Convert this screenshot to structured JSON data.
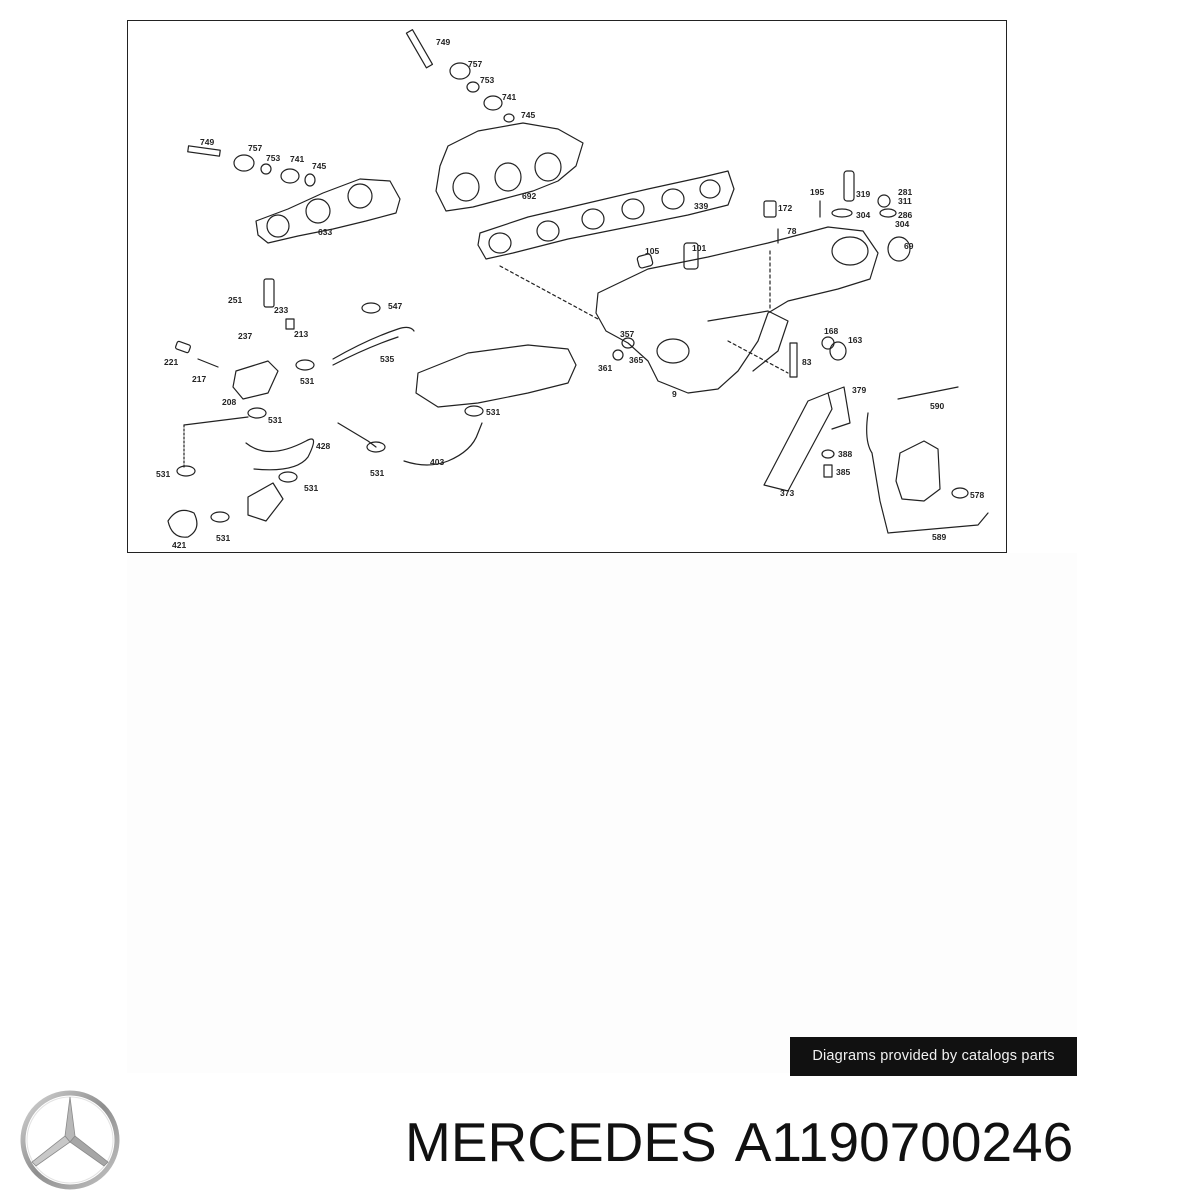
{
  "diagram": {
    "part_numbers": [
      "749",
      "757",
      "753",
      "741",
      "745",
      "749",
      "757",
      "753",
      "741",
      "745",
      "633",
      "692",
      "339",
      "195",
      "319",
      "281",
      "311",
      "304",
      "286",
      "304",
      "172",
      "78",
      "69",
      "105",
      "101",
      "251",
      "233",
      "547",
      "237",
      "213",
      "535",
      "357",
      "365",
      "168",
      "163",
      "221",
      "217",
      "531",
      "83",
      "361",
      "9",
      "208",
      "531",
      "379",
      "590",
      "531",
      "428",
      "531",
      "531",
      "403",
      "388",
      "385",
      "531",
      "373",
      "578",
      "421",
      "531",
      "589"
    ]
  },
  "credit": {
    "text": "Diagrams provided by catalogs parts"
  },
  "product": {
    "brand": "MERCEDES",
    "part_number": "A1190700246"
  },
  "icons": {
    "logo": "mercedes-star-logo-icon"
  },
  "colors": {
    "line_art": "#222222",
    "badge_background": "#111111",
    "badge_text": "#f2f2f2",
    "logo_metal": "#9a9a9a"
  }
}
